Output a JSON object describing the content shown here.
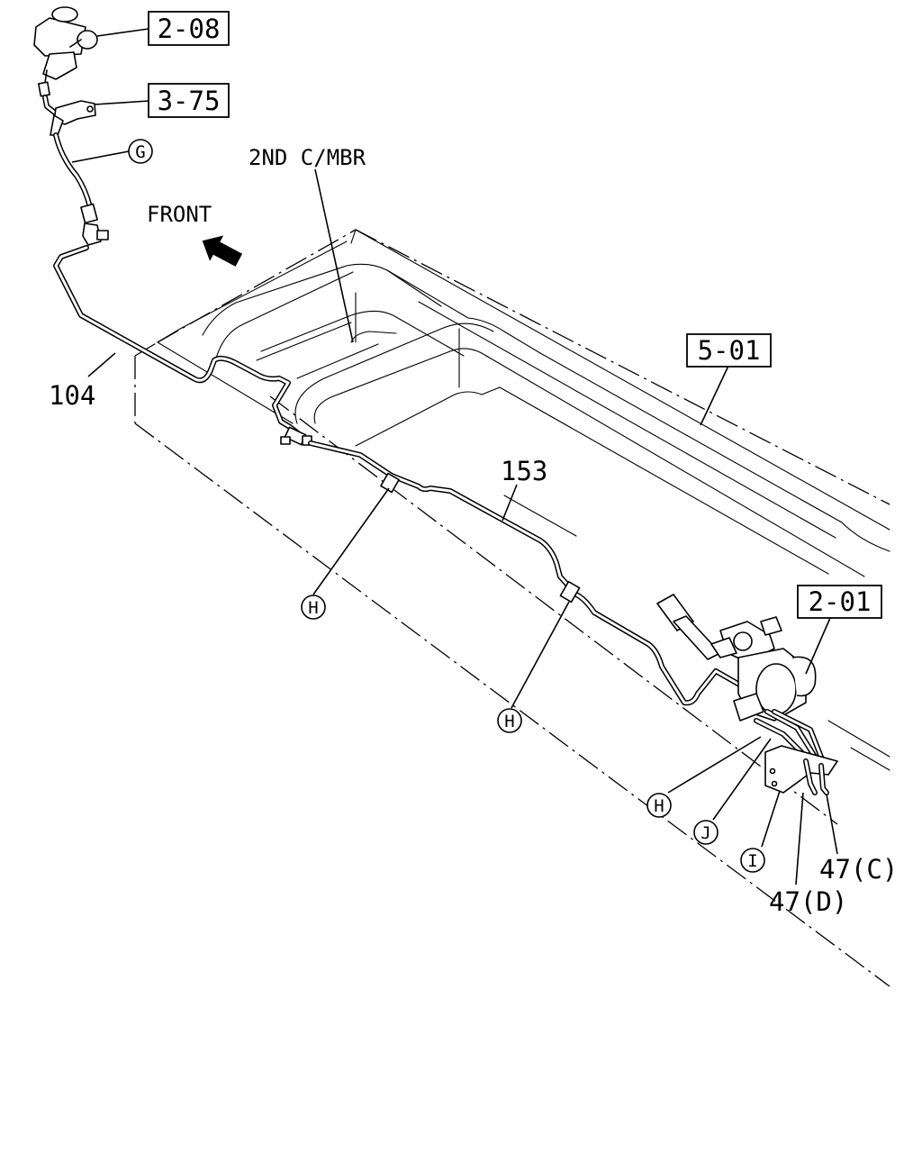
{
  "diagram": {
    "labels": {
      "ref_2_08": "2-08",
      "ref_3_75": "3-75",
      "ref_5_01": "5-01",
      "ref_2_01": "2-01",
      "note_2nd_cmbr": "2ND C/MBR",
      "note_front": "FRONT",
      "part_104": "104",
      "part_153": "153",
      "part_47c": "47(C)",
      "part_47d": "47(D)"
    },
    "callouts": {
      "g": "G",
      "h1": "H",
      "h2": "H",
      "h3": "H",
      "j": "J",
      "i": "I"
    }
  }
}
